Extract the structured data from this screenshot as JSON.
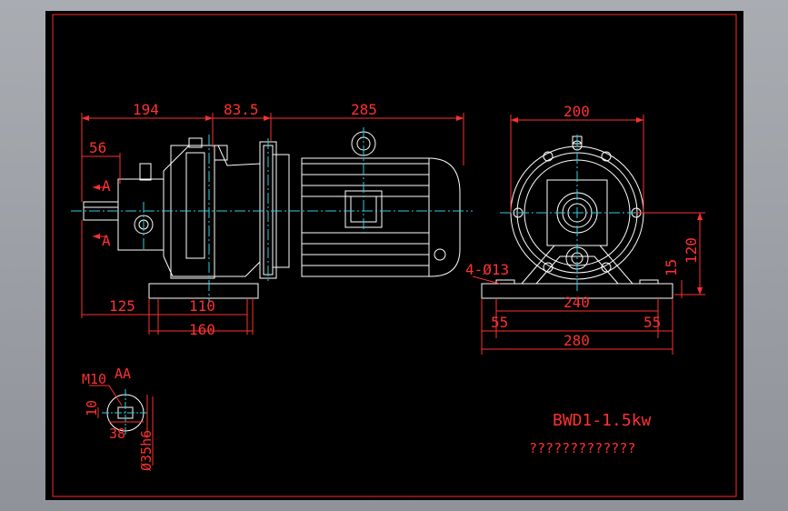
{
  "colors": {
    "background": "#000000",
    "frame": "#ff2a2a",
    "outline": "#ffffff",
    "dimension": "#ff3030",
    "centerline": "#2fd0e0",
    "title_text": "#ff3030"
  },
  "drawing": {
    "title": "BWD1-1.5kw",
    "subtitle": "?????????????"
  },
  "side_view": {
    "dims": {
      "d194": "194",
      "d83_5": "83.5",
      "d285": "285",
      "d56": "56",
      "d125": "125",
      "d110": "110",
      "d160": "160"
    },
    "section_marks": [
      "A",
      "A"
    ]
  },
  "front_view": {
    "dims": {
      "d200": "200",
      "d240": "240",
      "d55_left": "55",
      "d55_right": "55",
      "d280": "280",
      "d120": "120",
      "d15": "15",
      "holes": "4-Ø13"
    }
  },
  "section_view": {
    "label": "AA",
    "thread": "M10",
    "dims": {
      "d10": "10",
      "d38": "38",
      "shaft": "Ø35h6"
    }
  }
}
